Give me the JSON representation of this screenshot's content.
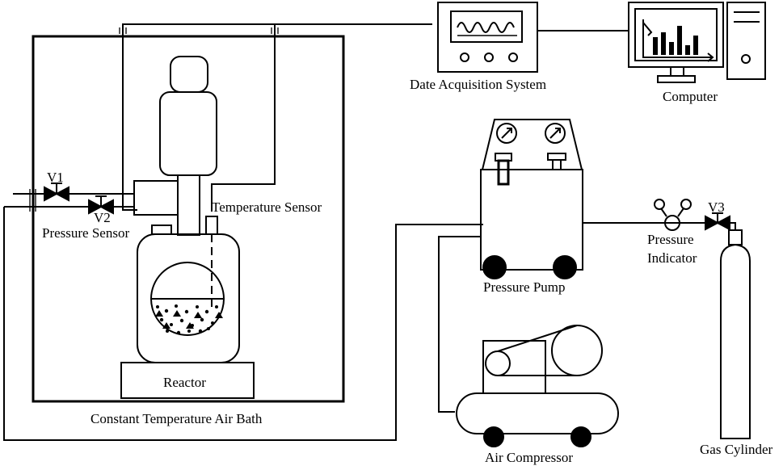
{
  "labels": {
    "daq": "Date Acquisition System",
    "computer": "Computer",
    "temperature_sensor": "Temperature Sensor",
    "v1": "V1",
    "v2": "V2",
    "v3": "V3",
    "pressure_sensor": "Pressure Sensor",
    "reactor": "Reactor",
    "air_bath": "Constant Temperature Air Bath",
    "pressure_pump": "Pressure Pump",
    "pressure_indicator_line1": "Pressure",
    "pressure_indicator_line2": "Indicator",
    "air_compressor": "Air Compressor",
    "gas_cylinder": "Gas Cylinder"
  }
}
